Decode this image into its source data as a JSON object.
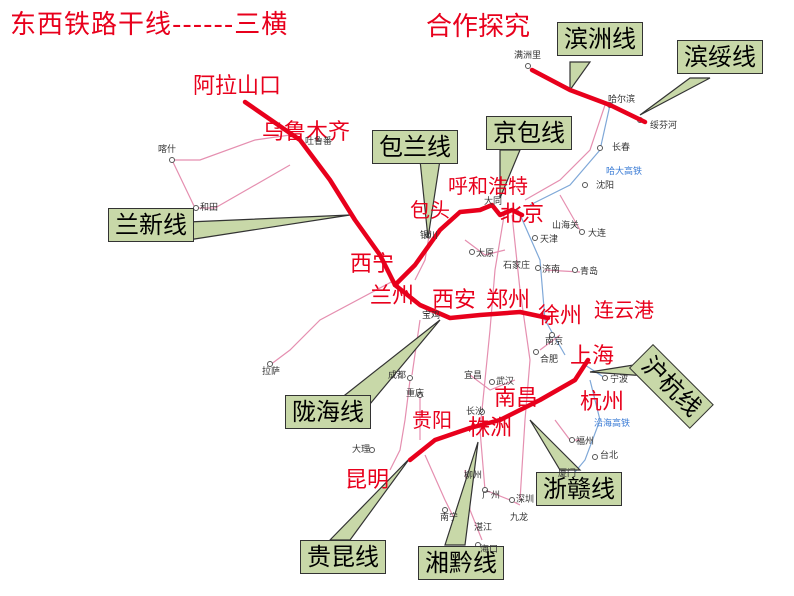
{
  "title": "东西铁路干线------三横",
  "subtitle": "合作探究",
  "colors": {
    "trunk": "#e8001c",
    "callout_fill": "#c8d8a8",
    "rail_pink": "#e58fb0",
    "rail_blue": "#7fa8d8",
    "text_red": "#e8001c"
  },
  "callouts": {
    "binzhou": "滨洲线",
    "binsui": "滨绥线",
    "baolan": "包兰线",
    "jingbao": "京包线",
    "lanxin": "兰新线",
    "longhai": "陇海线",
    "huhang": "沪杭线",
    "zhegan": "浙赣线",
    "guikun": "贵昆线",
    "xiangqian": "湘黔线"
  },
  "cities_major": {
    "alashankou": "阿拉山口",
    "urumqi": "乌鲁木齐",
    "hohhot": "呼和浩特",
    "baotou": "包头",
    "beijing": "北京",
    "xining": "西宁",
    "lanzhou": "兰州",
    "xian": "西安",
    "zhengzhou": "郑州",
    "xuzhou": "徐州",
    "lianyungang": "连云港",
    "shanghai": "上海",
    "hangzhou": "杭州",
    "nanchang": "南昌",
    "zhuzhou": "株洲",
    "guiyang": "贵阳",
    "kunming": "昆明"
  },
  "cities_minor": {
    "manzhouli": "满洲里",
    "harbin": "哈尔滨",
    "suifenhe": "绥芬河",
    "changchun": "长春",
    "shenyang": "沈阳",
    "dalian": "大连",
    "tianjin": "天津",
    "shijiazhuang": "石家庄",
    "taiyuan": "太原",
    "jinan": "济南",
    "qingdao": "青岛",
    "datong": "大同",
    "kashgar": "喀什",
    "hotan": "和田",
    "turpan": "吐鲁番",
    "yinchuan": "银川",
    "lhasa": "拉萨",
    "chengdu": "成都",
    "chongqing": "重庆",
    "dali": "大理",
    "yichang": "宜昌",
    "wuhan": "武汉",
    "changsha": "长沙",
    "hefei": "合肥",
    "nanjing": "南京",
    "ningbo": "宁波",
    "fuzhou": "福州",
    "xiamen": "厦门",
    "taibei": "台北",
    "guangzhou": "广州",
    "shenzhen": "深圳",
    "jiulong": "九龙",
    "nanning": "南宁",
    "liuzhou": "柳州",
    "zhanjiang": "湛江",
    "haikou": "海口",
    "baoji": "宝鸡",
    "shanhaiguan": "山海关",
    "yinhai": "沿海高铁",
    "hada": "哈大高铁"
  }
}
